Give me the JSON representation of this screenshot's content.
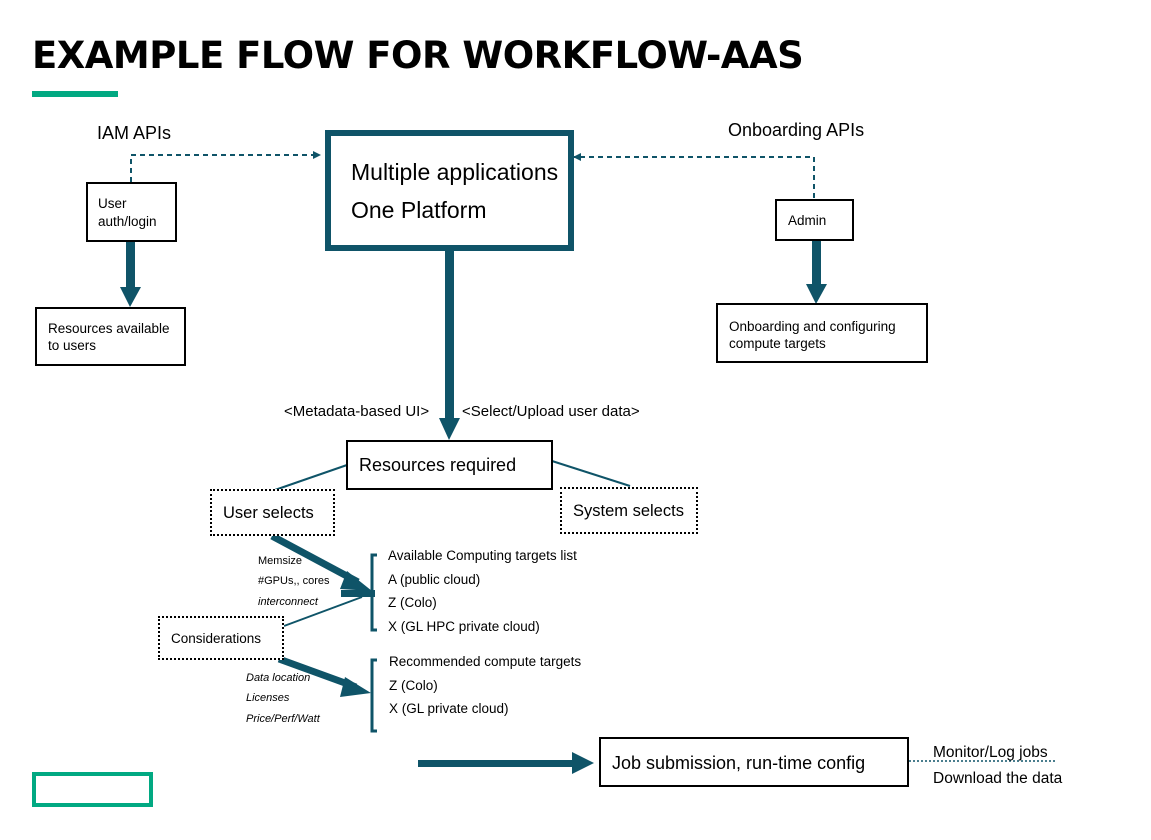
{
  "title": "EXAMPLE FLOW FOR WORKFLOW-AAS",
  "platform": {
    "line1": "Multiple applications",
    "line2": "One Platform"
  },
  "iam_apis": "IAM APIs",
  "onboarding_apis": "Onboarding APIs",
  "user_auth": {
    "line1": "User",
    "line2": "auth/login"
  },
  "resources_available": {
    "line1": "Resources available",
    "line2": "to users"
  },
  "admin": "Admin",
  "onboarding_config": {
    "line1": "Onboarding and configuring",
    "line2": "compute targets"
  },
  "metadata_ui": "<Metadata-based UI>",
  "select_upload": "<Select/Upload user data>",
  "resources_required": "Resources required",
  "user_selects": "User selects",
  "system_selects": "System selects",
  "user_params": [
    "Memsize",
    "#GPUs,, cores",
    "interconnect"
  ],
  "considerations": "Considerations",
  "consideration_params": [
    "Data location",
    "Licenses",
    "Price/Perf/Watt"
  ],
  "available_targets": {
    "heading": "Available Computing targets list",
    "items": [
      "A (public cloud)",
      "Z (Colo)",
      "X (GL HPC private cloud)"
    ]
  },
  "recommended_targets": {
    "heading": "Recommended compute targets",
    "items": [
      "Z (Colo)",
      "X (GL private cloud)"
    ]
  },
  "job_submission": "Job submission, run-time config",
  "monitor_log": "Monitor/Log jobs",
  "download_data": "Download the data",
  "colors": {
    "accent": "#01a982",
    "arrow": "#0f5468"
  }
}
